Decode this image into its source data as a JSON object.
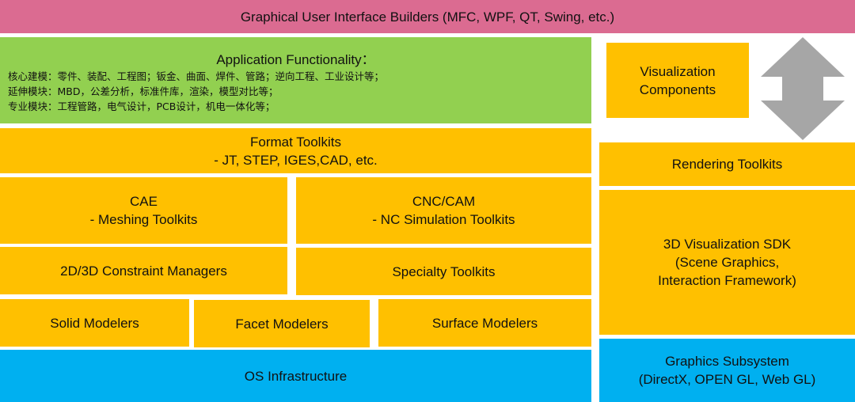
{
  "top_bar": {
    "label": "Graphical User Interface Builders (MFC, WPF, QT, Swing, etc.)"
  },
  "application_functionality": {
    "title": "Application Functionality：",
    "modules": [
      "核心建模：零件、装配、工程图；钣金、曲面、焊件、管路；逆向工程、工业设计等；",
      "延伸模块：MBD，公差分析，标准件库，渲染，模型对比等；",
      "专业模块：工程管路，电气设计，PCB设计，机电一体化等；"
    ]
  },
  "visualization_components": {
    "lines": [
      "Visualization",
      "Components"
    ]
  },
  "format_toolkits": {
    "lines": [
      "Format Toolkits",
      "- JT, STEP, IGES,CAD, etc."
    ]
  },
  "rendering_toolkits": {
    "label": "Rendering Toolkits"
  },
  "cae": {
    "lines": [
      "CAE",
      "- Meshing Toolkits"
    ]
  },
  "cnc_cam": {
    "lines": [
      "CNC/CAM",
      "- NC Simulation Toolkits"
    ]
  },
  "constraint_managers": {
    "label": "2D/3D Constraint Managers"
  },
  "specialty_toolkits": {
    "label": "Specialty Toolkits"
  },
  "visualization_sdk": {
    "lines": [
      "3D Visualization SDK",
      "(Scene Graphics,",
      "Interaction Framework)"
    ]
  },
  "solid_modelers": {
    "label": "Solid Modelers"
  },
  "facet_modelers": {
    "label": "Facet Modelers"
  },
  "surface_modelers": {
    "label": "Surface Modelers"
  },
  "os_infrastructure": {
    "label": "OS Infrastructure"
  },
  "graphics_subsystem": {
    "lines": [
      "Graphics Subsystem",
      "(DirectX, OPEN GL, Web GL)"
    ]
  },
  "colors": {
    "gui_layer": "#db6b91",
    "application_layer": "#92d050",
    "toolkit_layer": "#ffc000",
    "system_layer": "#00b0f0",
    "arrow": "#a6a6a6"
  },
  "icons": {
    "double_arrow": "up-down-arrow-icon"
  }
}
